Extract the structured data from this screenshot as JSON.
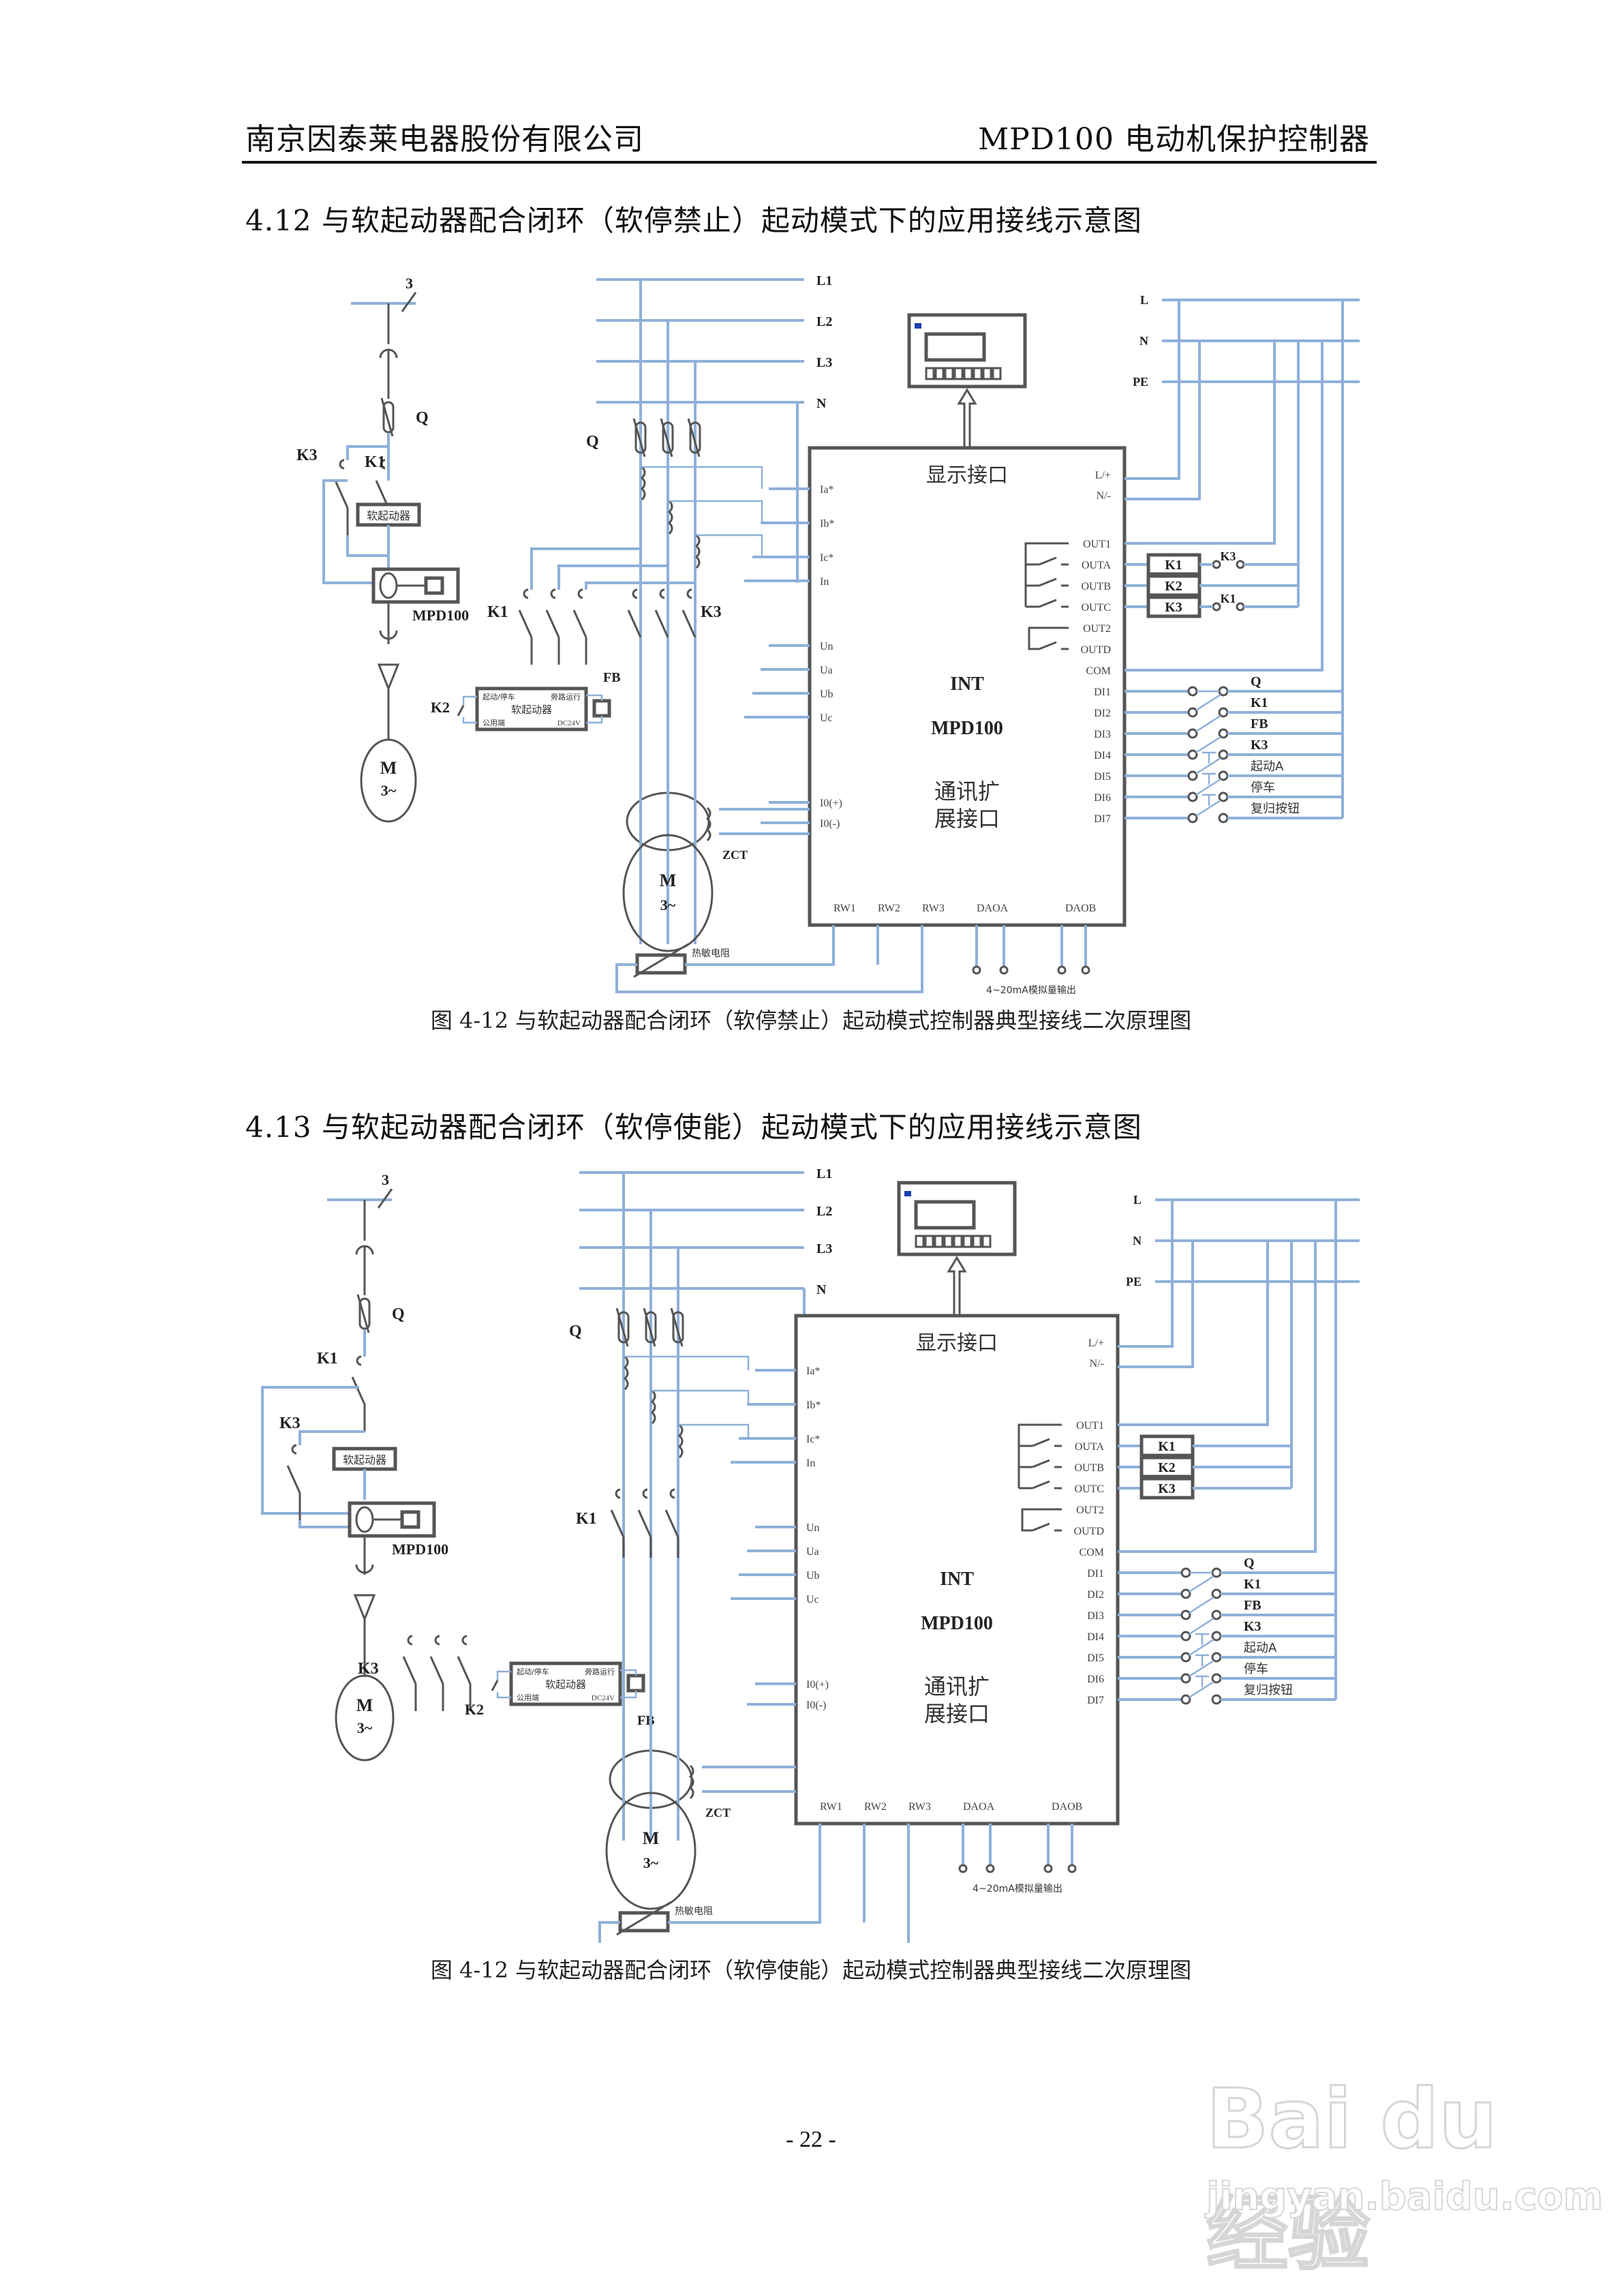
{
  "header": {
    "company": "南京因泰莱电器股份有限公司",
    "product": "MPD100 电动机保护控制器"
  },
  "sections": [
    {
      "title": "4.12  与软起动器配合闭环（软停禁止）起动模式下的应用接线示意图",
      "caption": "图 4-12 与软起动器配合闭环（软停禁止）起动模式控制器典型接线二次原理图",
      "variant": "soft-stop-disabled"
    },
    {
      "title": "4.13  与软起动器配合闭环（软停使能）起动模式下的应用接线示意图",
      "caption": "图 4-12 与软起动器配合闭环（软停使能）起动模式控制器典型接线二次原理图",
      "variant": "soft-stop-enabled"
    }
  ],
  "diagram_labels": {
    "bus_phases": [
      "L1",
      "L2",
      "L3",
      "N"
    ],
    "aux_bus": [
      "L",
      "N",
      "PE"
    ],
    "three_phase_count": "3",
    "breaker": "Q",
    "contactors": [
      "K1",
      "K2",
      "K3"
    ],
    "soft_starter": "软起动器",
    "soft_starter_terminals": {
      "start_stop": "起动/停车",
      "bypass": "旁路运行",
      "common": "公用端",
      "dc24v": "DC24V"
    },
    "feedback": "FB",
    "protector": "MPD100",
    "motor": "M",
    "motor_phase": "3~",
    "zct": "ZCT",
    "thermistor": "热敏电阻",
    "analog_output": "4~20mA模拟量输出",
    "controller": {
      "display_port": "显示接口",
      "brand": "INT",
      "model": "MPD100",
      "comm_port_line1": "通讯扩",
      "comm_port_line2": "展接口",
      "power_terminals": [
        "L/+",
        "N/-"
      ],
      "current_inputs": [
        "Ia*",
        "Ib*",
        "Ic*",
        "In"
      ],
      "voltage_inputs": [
        "Un",
        "Ua",
        "Ub",
        "Uc"
      ],
      "leakage_inputs": [
        "I0(+)",
        "I0(-)"
      ],
      "outputs": [
        "OUT1",
        "OUTA",
        "OUTB",
        "OUTC",
        "OUT2",
        "OUTD",
        "COM"
      ],
      "digital_inputs": [
        "DI1",
        "DI2",
        "DI3",
        "DI4",
        "DI5",
        "DI6",
        "DI7"
      ],
      "bottom_terminals": [
        "RW1",
        "RW2",
        "RW3",
        "DAOA",
        "DAOB"
      ]
    },
    "di_devices": [
      "Q",
      "K1",
      "FB",
      "K3",
      "起动A",
      "停车",
      "复归按钮"
    ],
    "relay_interlocks_variant1": [
      "K3",
      "K1"
    ]
  },
  "footer": {
    "page_number": "- 22 -"
  },
  "watermark": {
    "logo": "Bai du 经验",
    "url": "jingyan.baidu.com"
  },
  "colors": {
    "wire": "#8fb0d9",
    "device": "#555555",
    "text": "#111111"
  }
}
